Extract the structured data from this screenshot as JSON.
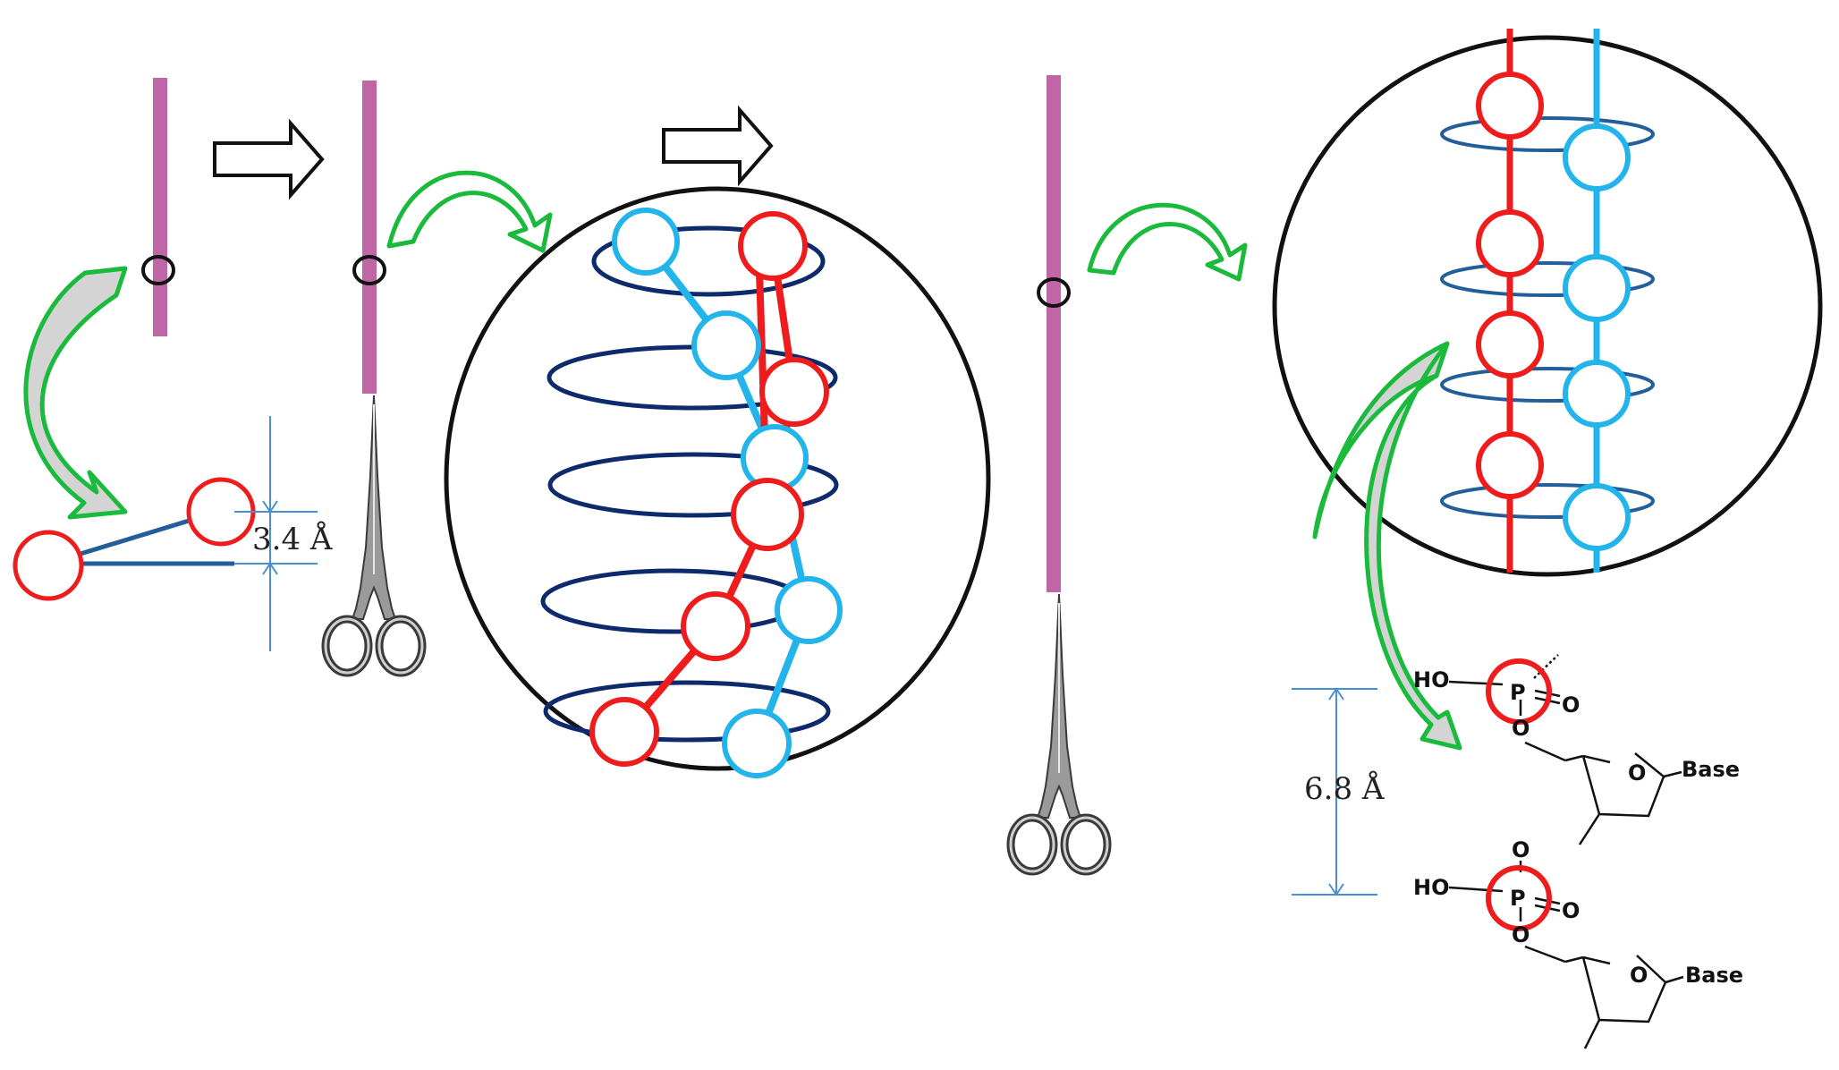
{
  "labels": {
    "rise_distance": "3.4 Å",
    "phosphate_distance": "6.8 Å"
  },
  "chemistry": {
    "ho_1": "HO",
    "p_1": "P",
    "o_double_1": "O",
    "o_bridge_1": "O",
    "ring_o_1": "O",
    "base_1": "Base",
    "o_link": "O",
    "ho_2": "HO",
    "p_2": "P",
    "o_double_2": "O",
    "o_bridge_2": "O",
    "ring_o_2": "O",
    "base_2": "Base"
  },
  "colors": {
    "fiber": "#c066a6",
    "strand_red": "#ee1c1c",
    "strand_blue": "#22b4ea",
    "ring_navy": "#0c2a6c",
    "ring_blue": "#245e9a",
    "curved_arrow": "#1aba3c",
    "arrow_fill": "#d4d4d4",
    "measure": "#4a8fd0",
    "outline": "#111111"
  },
  "icons": [
    "block-arrow-icon",
    "curved-arrow-icon",
    "forceps-icon"
  ]
}
